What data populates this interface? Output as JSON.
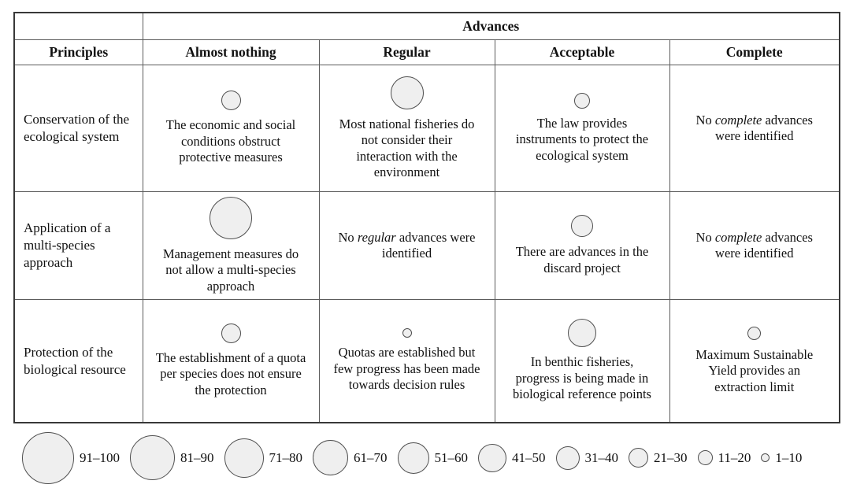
{
  "chart_data": {
    "type": "table",
    "subtype": "bubble-matrix",
    "group_header": "Advances",
    "row_header_label": "Principles",
    "columns": [
      "Almost nothing",
      "Regular",
      "Acceptable",
      "Complete"
    ],
    "rows": [
      {
        "principle": "Conservation of the ecological system",
        "cells": [
          {
            "column": "Almost nothing",
            "bubble_bin": "21–30",
            "note": "The economic and social conditions obstruct protective measures"
          },
          {
            "column": "Regular",
            "bubble_bin": "61–70",
            "note": "Most national fisheries do not consider their interaction with the environment"
          },
          {
            "column": "Acceptable",
            "bubble_bin": "11–20",
            "note": "The law provides instruments to protect the ecological system"
          },
          {
            "column": "Complete",
            "bubble_bin": null,
            "note": "No complete advances were identified"
          }
        ]
      },
      {
        "principle": "Application of a multi-species approach",
        "cells": [
          {
            "column": "Almost nothing",
            "bubble_bin": "81–90",
            "note": "Management measures do not allow a multi-species approach"
          },
          {
            "column": "Regular",
            "bubble_bin": null,
            "note": "No regular advances were identified"
          },
          {
            "column": "Acceptable",
            "bubble_bin": "31–40",
            "note": "There are advances in the discard project"
          },
          {
            "column": "Complete",
            "bubble_bin": null,
            "note": "No complete advances were identified"
          }
        ]
      },
      {
        "principle": "Protection of the biological resource",
        "cells": [
          {
            "column": "Almost nothing",
            "bubble_bin": "21–30",
            "note": "The establishment of a quota per species does not ensure the protection"
          },
          {
            "column": "Regular",
            "bubble_bin": "1–10",
            "note": "Quotas are established but few progress has been made towards decision rules"
          },
          {
            "column": "Acceptable",
            "bubble_bin": "41–50",
            "note": "In benthic fisheries, progress is being made in biological reference points"
          },
          {
            "column": "Complete",
            "bubble_bin": "11–20",
            "note": "Maximum Sustainable Yield provides an extraction limit"
          }
        ]
      }
    ],
    "legend_bins": [
      "91–100",
      "81–90",
      "71–80",
      "61–70",
      "51–60",
      "41–50",
      "31–40",
      "21–30",
      "11–20",
      "1–10"
    ]
  },
  "table": {
    "advances_header": "Advances",
    "columns": [
      "Principles",
      "Almost nothing",
      "Regular",
      "Acceptable",
      "Complete"
    ],
    "rows": [
      {
        "principle": "Conservation of the ecological system",
        "cells": [
          {
            "circle": 25,
            "text": [
              {
                "t": "The economic and social conditions obstruct protective measures"
              }
            ]
          },
          {
            "circle": 42,
            "text": [
              {
                "t": "Most national fisheries do not consider their interaction with the environment"
              }
            ]
          },
          {
            "circle": 20,
            "text": [
              {
                "t": "The law provides instruments to protect the ecological system"
              }
            ]
          },
          {
            "circle": null,
            "text": [
              {
                "t": "No "
              },
              {
                "t": "complete",
                "i": true
              },
              {
                "t": " advances were identified"
              }
            ]
          }
        ]
      },
      {
        "principle": "Application of a multi-species approach",
        "cells": [
          {
            "circle": 54,
            "text": [
              {
                "t": "Management measures do not allow a multi-species approach"
              }
            ]
          },
          {
            "circle": null,
            "text": [
              {
                "t": "No "
              },
              {
                "t": "regular",
                "i": true
              },
              {
                "t": " advances were identified"
              }
            ]
          },
          {
            "circle": 28,
            "text": [
              {
                "t": "There are advances in the discard project"
              }
            ]
          },
          {
            "circle": null,
            "text": [
              {
                "t": "No "
              },
              {
                "t": "complete",
                "i": true
              },
              {
                "t": " advances were identified"
              }
            ]
          }
        ]
      },
      {
        "principle": "Protection of the biological resource",
        "cells": [
          {
            "circle": 25,
            "text": [
              {
                "t": "The establishment of a quota per species does not ensure the protection"
              }
            ]
          },
          {
            "circle": 12,
            "text": [
              {
                "t": "Quotas are established but few progress has been made towards decision rules"
              }
            ]
          },
          {
            "circle": 36,
            "text": [
              {
                "t": "In benthic fisheries, progress is being made in biological reference points"
              }
            ]
          },
          {
            "circle": 17,
            "text": [
              {
                "t": "Maximum Sustainable Yield provides an extraction limit"
              }
            ]
          }
        ]
      }
    ]
  },
  "legend": {
    "items": [
      {
        "label": "91–100",
        "diameter": 66
      },
      {
        "label": "81–90",
        "diameter": 57
      },
      {
        "label": "71–80",
        "diameter": 50
      },
      {
        "label": "61–70",
        "diameter": 45
      },
      {
        "label": "51–60",
        "diameter": 40
      },
      {
        "label": "41–50",
        "diameter": 36
      },
      {
        "label": "31–40",
        "diameter": 30
      },
      {
        "label": "21–30",
        "diameter": 25
      },
      {
        "label": "11–20",
        "diameter": 19
      },
      {
        "label": "1–10",
        "diameter": 11
      }
    ]
  },
  "colors": {
    "bubble_fill": "#efefef",
    "bubble_stroke": "#4f4f4f",
    "border": "#5c5c5c",
    "text": "#111111"
  }
}
